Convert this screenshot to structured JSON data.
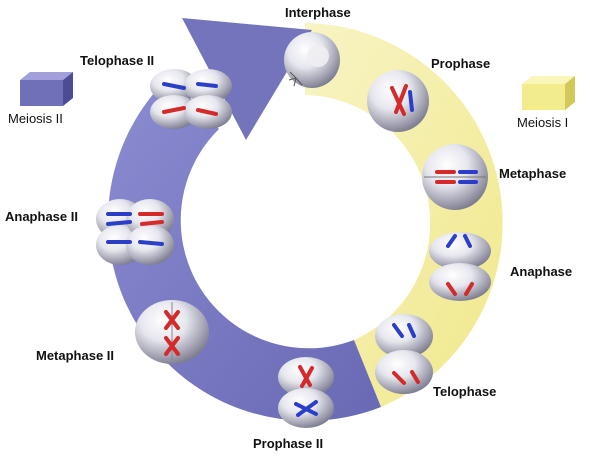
{
  "legend": {
    "meiosis2": {
      "label": "Meiosis II",
      "color": "#7070b8"
    },
    "meiosis1": {
      "label": "Meiosis I",
      "color": "#f3ec8c"
    }
  },
  "stages": [
    {
      "name": "Interphase",
      "phase": "Meiosis I"
    },
    {
      "name": "Prophase",
      "phase": "Meiosis I"
    },
    {
      "name": "Metaphase",
      "phase": "Meiosis I"
    },
    {
      "name": "Anaphase",
      "phase": "Meiosis I"
    },
    {
      "name": "Telophase",
      "phase": "Meiosis I"
    },
    {
      "name": "Prophase II",
      "phase": "Meiosis II"
    },
    {
      "name": "Metaphase II",
      "phase": "Meiosis II"
    },
    {
      "name": "Anaphase II",
      "phase": "Meiosis II"
    },
    {
      "name": "Telophase II",
      "phase": "Meiosis II"
    }
  ],
  "colors": {
    "meiosis1_ring": "#f3ee9e",
    "meiosis2_ring": "#7f7fc4",
    "chromosome_red": "#d42a2a",
    "chromosome_blue": "#2b3ec8",
    "cell": "#d9d9e3"
  }
}
